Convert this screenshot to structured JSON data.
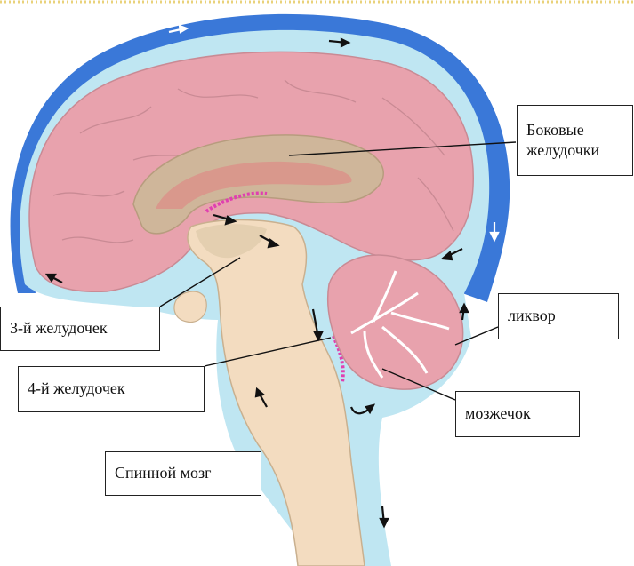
{
  "labels": {
    "lateral_ventricles_line1": "Боковые",
    "lateral_ventricles_line2": "желудочки",
    "third_ventricle": "3-й желудочек",
    "fourth_ventricle": "4-й желудочек",
    "csf": "ликвор",
    "cerebellum": "мозжечок",
    "spinal_cord": "Спинной мозг"
  },
  "colors": {
    "csf_dark": "#3a78d8",
    "csf_light": "#bfe6f2",
    "cerebrum": "#e8a2ad",
    "brainstem": "#f3dcc0",
    "ventricle": "#cfb69a",
    "plexus": "#e040b0"
  }
}
